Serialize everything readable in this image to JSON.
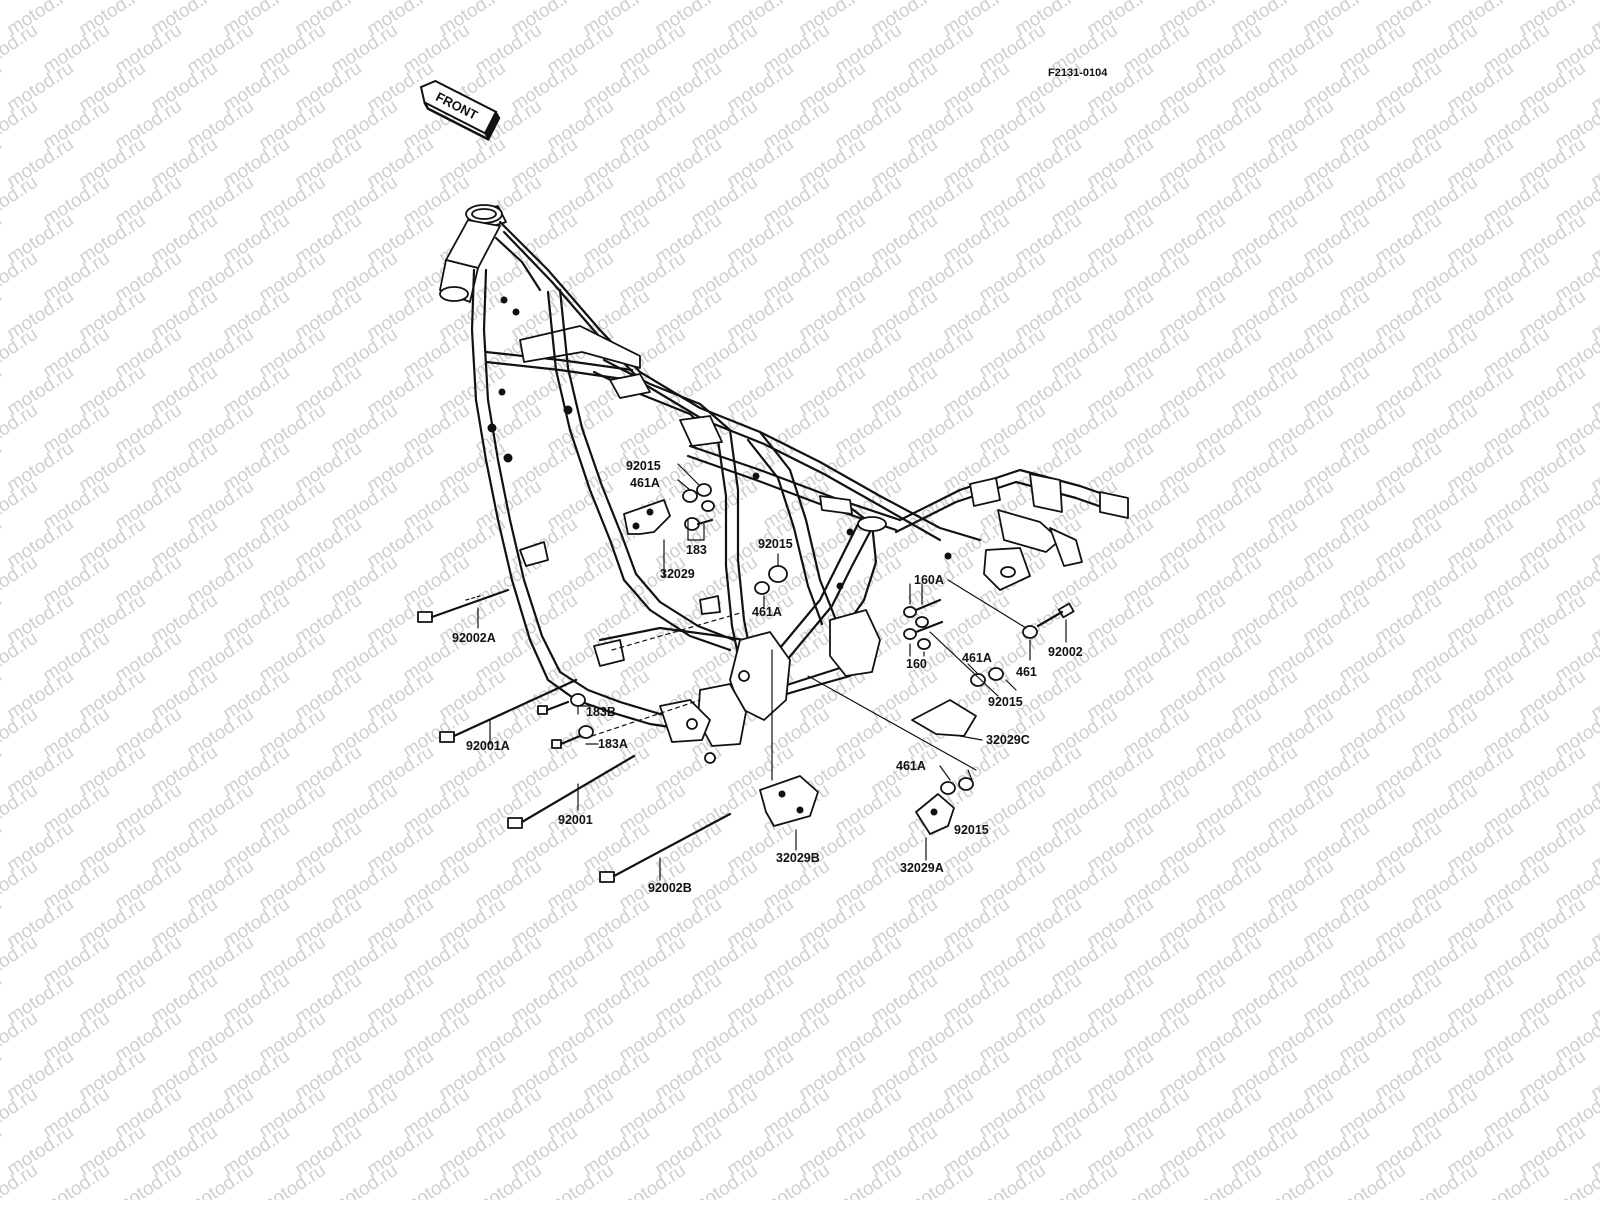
{
  "watermark": "motod.ru",
  "figure_code": "F2131-0104",
  "front_label": "FRONT",
  "callouts": {
    "c92015_top": "92015",
    "c461A_top": "461A",
    "c183": "183",
    "c32029": "32029",
    "c92015_mid": "92015",
    "c461A_mid": "461A",
    "c92002A": "92002A",
    "c160A": "160A",
    "c160": "160",
    "c461": "461",
    "c92002": "92002",
    "c461A_right": "461A",
    "c92015_right": "92015",
    "c32029C": "32029C",
    "c183B": "183B",
    "c183A": "183A",
    "c92001A": "92001A",
    "c92001": "92001",
    "c461A_low": "461A",
    "c92015_low": "92015",
    "c32029A": "32029A",
    "c32029B": "32029B",
    "c92002B": "92002B"
  }
}
